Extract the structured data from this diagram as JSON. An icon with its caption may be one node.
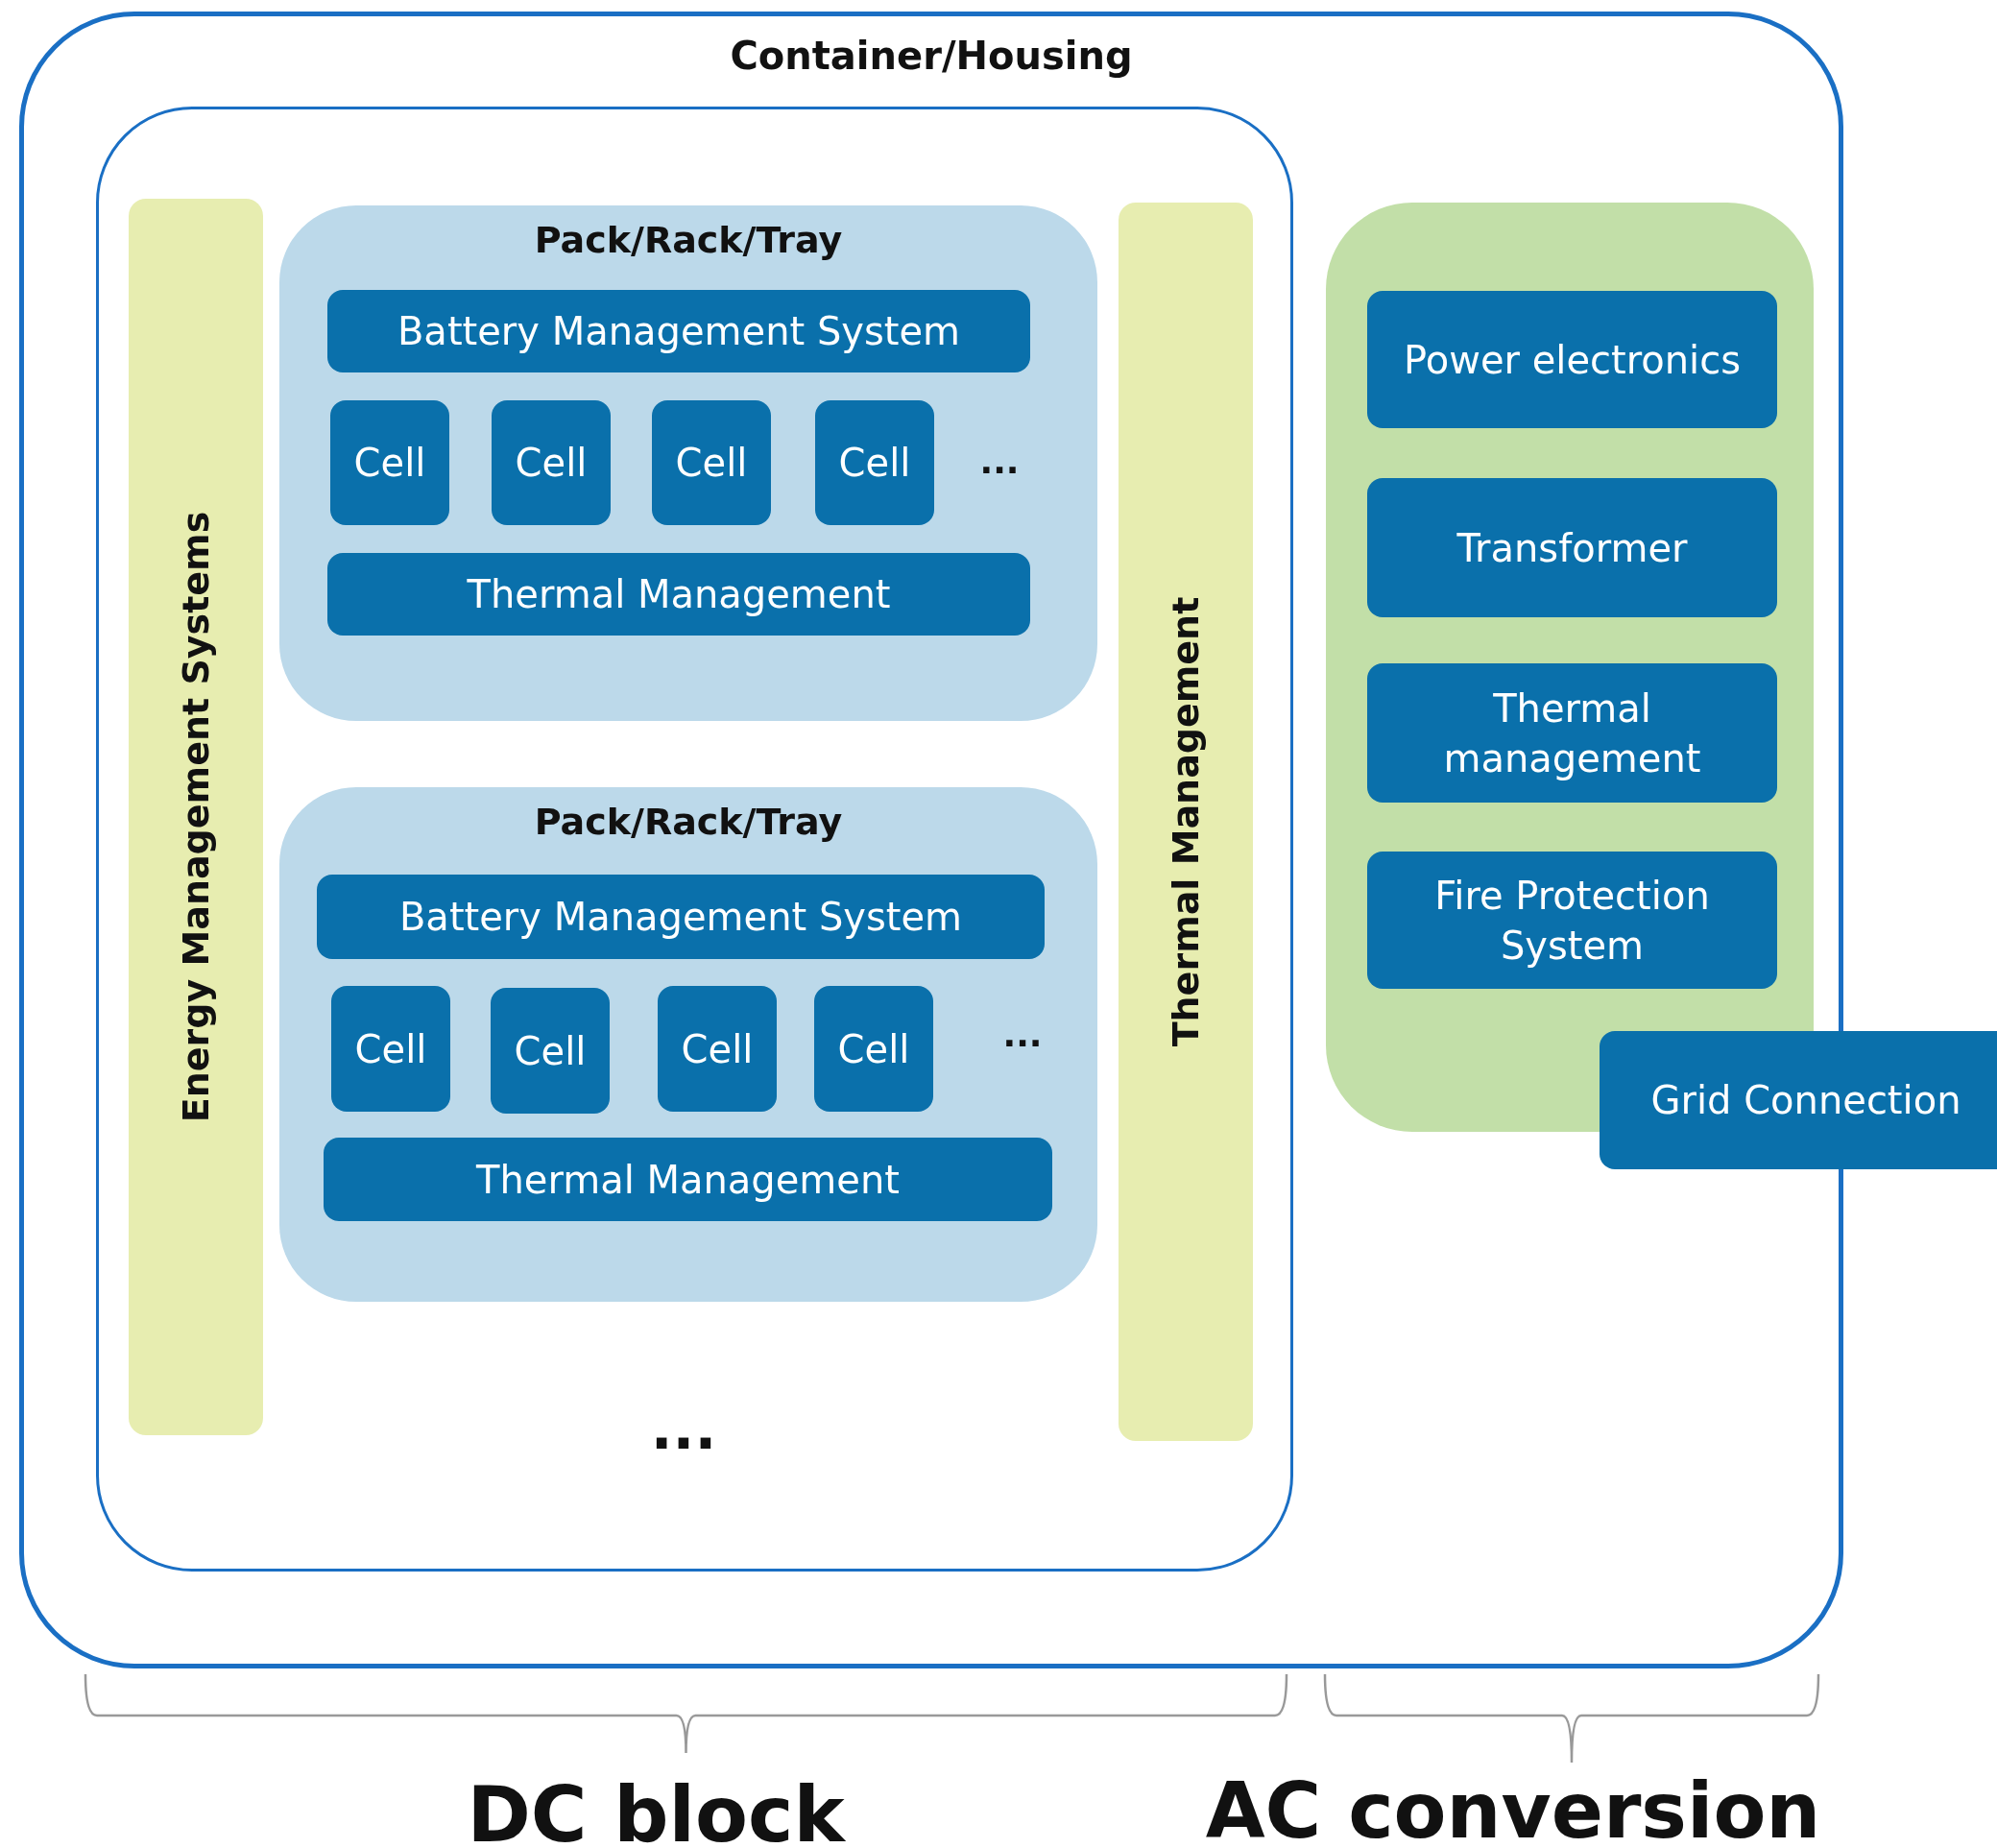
{
  "diagram": {
    "nodes": [
      {
        "text": [
          "Container/Housing"
        ]
      },
      {
        "text": [],
        "shape": "box",
        "in": 0
      },
      {
        "text": [
          "Energy Management Systems"
        ],
        "in": 1
      },
      {
        "text": [
          "Pack/Rack/Tray"
        ],
        "in": 1
      },
      {
        "text": [
          "Battery Management System"
        ],
        "in": 3
      },
      {
        "text": [
          "Cell"
        ],
        "in": 3
      },
      {
        "text": [
          "Cell"
        ],
        "in": 3
      },
      {
        "text": [
          "Cell"
        ],
        "in": 3
      },
      {
        "text": [
          "Cell"
        ],
        "in": 3
      },
      {
        "text": [
          "Thermal Management"
        ],
        "in": 3
      },
      {
        "text": [
          "Pack/Rack/Tray"
        ],
        "in": 1
      },
      {
        "text": [
          "Battery Management System"
        ],
        "in": 10
      },
      {
        "text": [
          "Cell"
        ],
        "in": 10
      },
      {
        "text": [
          "Cell"
        ],
        "in": 10
      },
      {
        "text": [
          "Cell"
        ],
        "in": 10
      },
      {
        "text": [
          "Cell"
        ],
        "in": 10
      },
      {
        "text": [
          "Thermal Management"
        ],
        "in": 10
      },
      {
        "text": [
          "Thermal Management"
        ],
        "in": 1
      },
      {
        "text": [],
        "shape": "box",
        "in": 0
      },
      {
        "text": [
          "Power electronics"
        ],
        "in": 18
      },
      {
        "text": [
          "Transformer"
        ],
        "in": 18
      },
      {
        "text": [
          "Thermal management"
        ],
        "in": 18
      },
      {
        "text": [
          "Fire Protection System"
        ],
        "in": 18
      },
      {
        "text": [
          "Grid Connection"
        ]
      }
    ],
    "edges": [],
    "labels": [
      "...",
      "...",
      "...",
      "DC block",
      "AC conversion"
    ]
  }
}
